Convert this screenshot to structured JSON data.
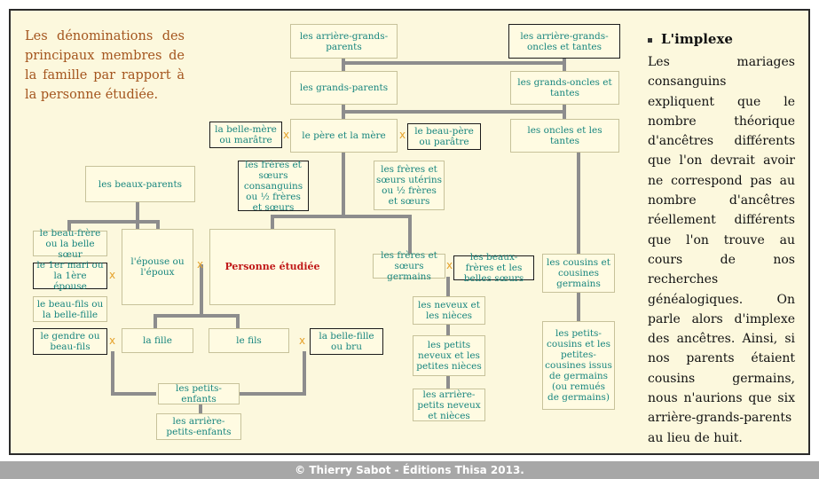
{
  "intro": "Les dénominations des principaux membres de la famille par rapport à la personne étudiée.",
  "nodes": {
    "great_grandparents": "les arrière-grands-parents",
    "great_grand_uncles": "les arrière-grands-oncles et tantes",
    "grandparents": "les grands-parents",
    "grand_uncles": "les grands-oncles et tantes",
    "stepmother": "la belle-mère ou marâtre",
    "parents": "le père et la mère",
    "stepfather": "le beau-père ou parâtre",
    "uncles_aunts": "les oncles et les tantes",
    "half_siblings_paternal": "les frères et sœurs consanguins ou ½ frères et sœurs",
    "half_siblings_maternal": "les frères et sœurs utérins ou ½ frères et sœurs",
    "in_laws": "les beaux-parents",
    "brother_in_law": "le beau-frère ou la belle sœur",
    "first_spouse": "le 1er mari ou la 1ère épouse",
    "stepchildren": "le beau-fils ou la belle-fille",
    "spouse": "l'épouse ou l'époux",
    "subject": "Personne étudiée",
    "siblings": "les frères et sœurs germains",
    "siblings_in_law": "les beaux-frères et les belles sœurs",
    "cousins": "les cousins et cousines germains",
    "nephews": "les neveux et les nièces",
    "second_cousins": "les petits-cousins et les petites-cousines issus de germains (ou remués de germains)",
    "son_in_law": "le gendre ou beau-fils",
    "daughter": "la fille",
    "son": "le fils",
    "daughter_in_law": "la belle-fille ou bru",
    "grand_nephews": "les petits neveux et les petites nièces",
    "grandchildren": "les petits-enfants",
    "great_grand_nephews": "les arrière-petits neveux et nièces",
    "great_grandchildren": "les arrière-petits-enfants"
  },
  "marriage_symbol": "x",
  "side": {
    "title": "L'implexe",
    "text": "Les mariages consanguins expliquent que le nombre théorique d'ancêtres différents que l'on devrait avoir ne correspond pas au nombre d'ancêtres réellement différents que l'on trouve au cours de nos recherches généalogiques. On parle alors d'implexe des ancêtres. Ainsi, si nos parents étaient cousins germains, nous n'aurions que six arrière-grands-parents au lieu de huit."
  },
  "footer": "© Thierry Sabot - Éditions Thisa 2013."
}
